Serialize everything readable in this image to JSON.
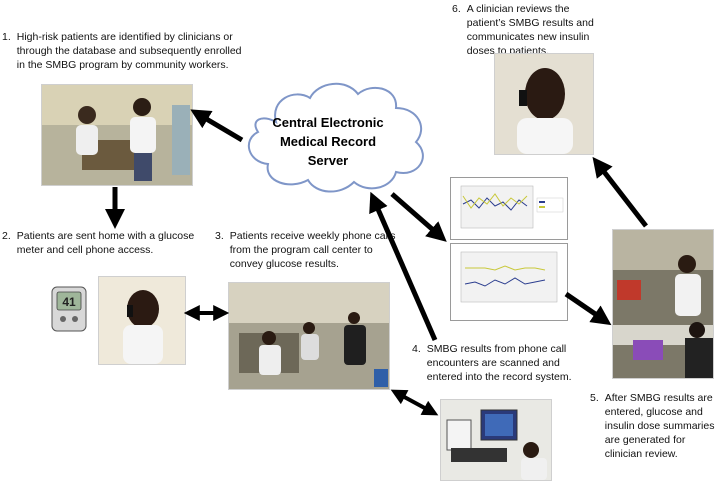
{
  "steps": [
    {
      "num": "1.",
      "text": "High-risk patients are identified by clinicians  or through the database and subsequently enrolled in the SMBG program by community workers."
    },
    {
      "num": "2.",
      "text": "Patients are sent home with a glucose meter and cell phone access."
    },
    {
      "num": "3.",
      "text": "Patients receive weekly phone calls from the program call center to convey glucose  results."
    },
    {
      "num": "4.",
      "text": "SMBG results from phone call encounters are scanned and entered into the record system."
    },
    {
      "num": "5.",
      "text": "After SMBG results are entered, glucose and insulin dose summaries are generated for clinician review."
    },
    {
      "num": "6.",
      "text": "A clinician reviews the patient’s SMBG results and communicates new insulin doses to patients."
    }
  ],
  "server": {
    "label": "Central Electronic Medical Record Server"
  },
  "meter": {
    "reading": "41"
  },
  "colors": {
    "cloud_fill": "#ffffff",
    "cloud_stroke": "#7f96c8",
    "arrow": "#000000",
    "chart_series_1": "#2b3d8f",
    "chart_series_2": "#c8c83a"
  }
}
